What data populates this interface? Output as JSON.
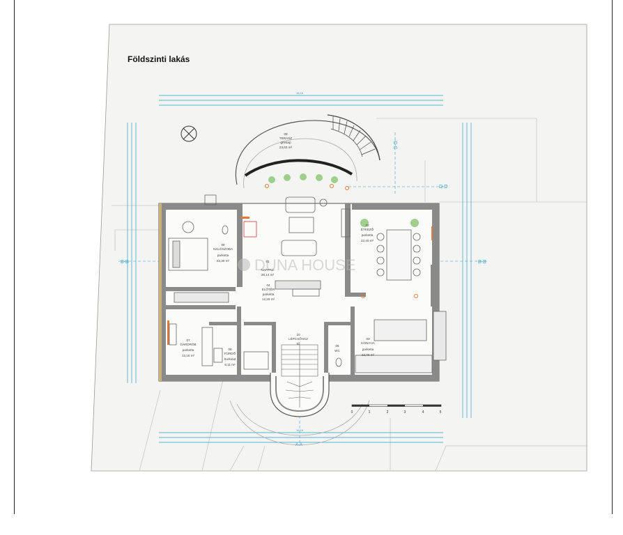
{
  "title": "Földszinti lakás",
  "watermark": "DUNA HOUSE",
  "rooms": [
    {
      "id": "09",
      "name": "TERASZ",
      "floor": "greslap",
      "area": "23,63 m²"
    },
    {
      "id": "08",
      "name": "HÁLÓSZOBA",
      "floor": "parketta",
      "area": "22,30 m²"
    },
    {
      "id": "01",
      "name": "NAPPALI",
      "floor": "parketta",
      "area": "38,14 m²"
    },
    {
      "id": "02",
      "name": "ÉTKEZŐ",
      "floor": "parketta",
      "area": "22,40 m²"
    },
    {
      "id": "04",
      "name": "ELŐTÉR",
      "floor": "parketta",
      "area": "12,29 m²"
    },
    {
      "id": "07",
      "name": "GARDRÓB",
      "floor": "parketta",
      "area": "13,18 m²"
    },
    {
      "id": "06",
      "name": "FÜRDŐ",
      "floor": "burkolat",
      "area": "8,11 m²"
    },
    {
      "id": "10",
      "name": "LÉPCSŐHÁZ",
      "floor": "kő",
      "area": ""
    },
    {
      "id": "05",
      "name": "WC",
      "floor": "",
      "area": ""
    },
    {
      "id": "03",
      "name": "KONYHA",
      "floor": "parketta",
      "area": "22,49 m²"
    }
  ],
  "labels": {
    "section_cc": "C-C",
    "section_dd": "D-D",
    "section_bb_left": "B-B",
    "section_bb_right": "B-B",
    "section_aa": "A-A",
    "dim_top": "16,16",
    "dim_bottom": "16,16",
    "scale": [
      "0",
      "1",
      "2",
      "3",
      "4",
      "5"
    ]
  },
  "colors": {
    "wall": "#8a8a8a",
    "dimension": "#2aa0c8",
    "terrace": "#333333"
  }
}
